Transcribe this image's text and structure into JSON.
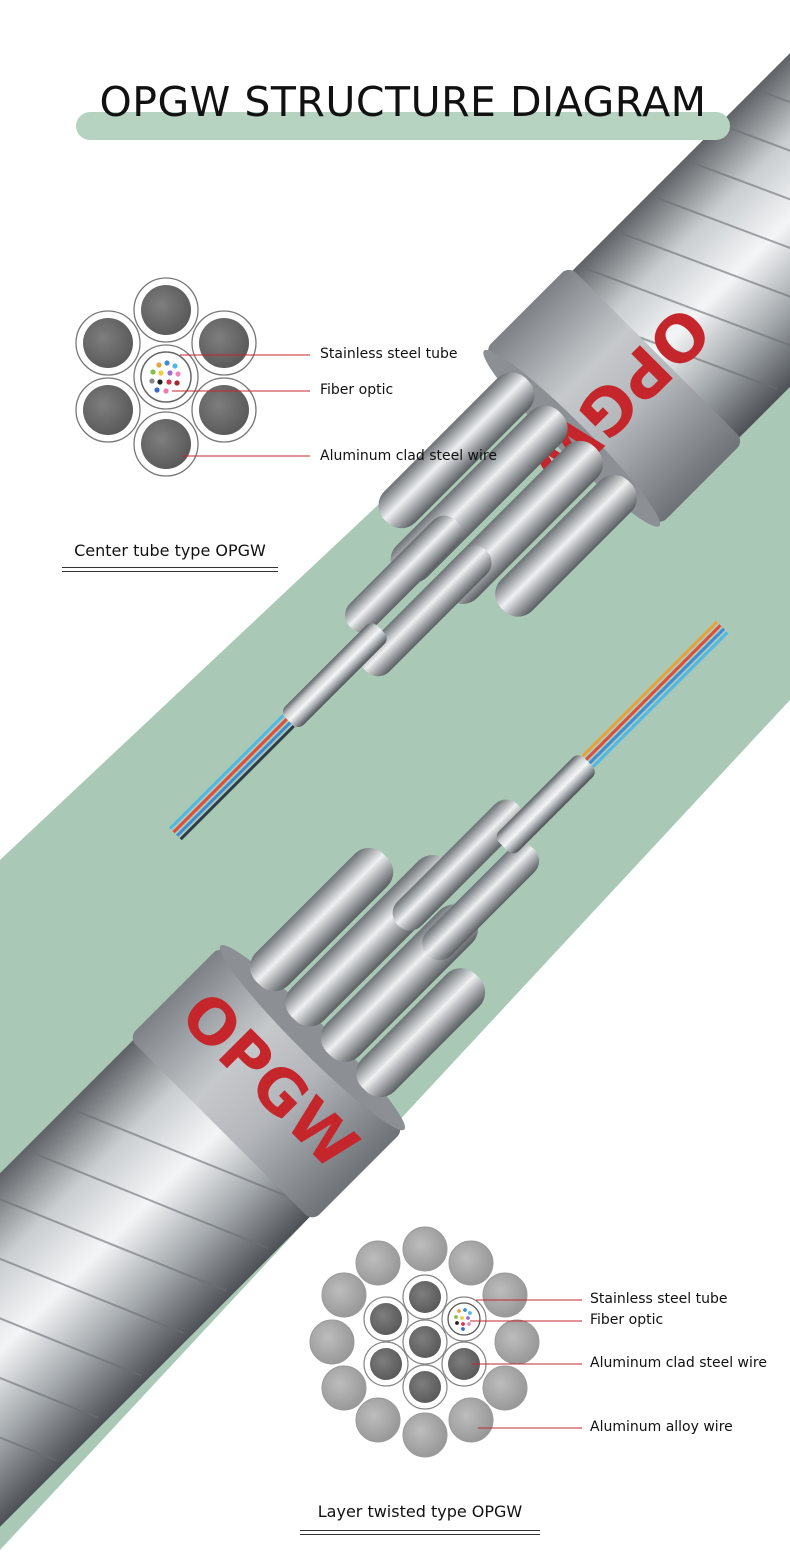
{
  "title": "OPGW STRUCTURE DIAGRAM",
  "cable_band_text": "OPGW",
  "center_tube": {
    "labels": [
      "Stainless steel tube",
      "Fiber optic",
      "Aluminum clad steel wire"
    ],
    "caption": "Center tube type OPGW"
  },
  "layer_twisted": {
    "labels": [
      "Stainless steel tube",
      "Fiber optic",
      "Aluminum clad steel wire",
      "Aluminum alloy wire"
    ],
    "caption": "Layer twisted type OPGW"
  },
  "colors": {
    "band_green": "#a9c9b6",
    "title_bar": "#b6d3c2",
    "leader_red": "#c0282d",
    "opgw_red": "#c4262b"
  }
}
